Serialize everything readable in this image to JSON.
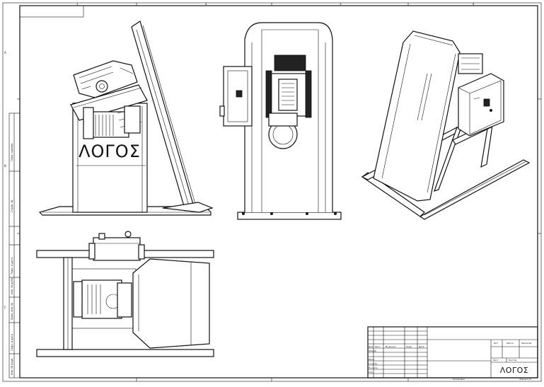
{
  "drawing": {
    "logo_text": "ΛΟΓΟΣ",
    "zone_markers_top": [
      "1",
      "2",
      "3",
      "4"
    ],
    "zone_markers_side": [
      "A",
      "B",
      "C"
    ]
  },
  "side_stamp": {
    "cells": [
      "Перв. примен.",
      "Справ. №",
      "Подп. и дата",
      "Инв. № дубл.",
      "Взам. инв. №",
      "Подп. и дата",
      "Инв. № подл."
    ]
  },
  "title_block": {
    "header_cells": [
      "Изм",
      "Лист",
      "№ докум.",
      "Подп.",
      "Дата"
    ],
    "role_labels": [
      "Разраб.",
      "Пров.",
      "Т.контр.",
      "Н.контр.",
      "Утв."
    ],
    "lit_header": [
      "Лит.",
      "Масса",
      "Масштаб"
    ],
    "sheet_labels": [
      "Лист",
      "Листов"
    ],
    "logo": "ΛΟΓΟΣ",
    "copied_label": "Копировал",
    "format_label": "Формат A3"
  }
}
